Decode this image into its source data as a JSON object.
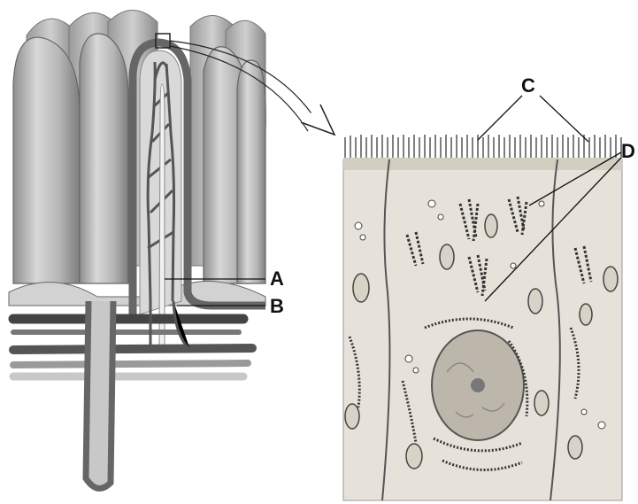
{
  "labels": {
    "a": "A",
    "b": "B",
    "c": "C",
    "d": "D"
  },
  "colors": {
    "villus_fill": "#c9c9c9",
    "villus_shade": "#9a9a9a",
    "epithelium_outline": "#555555",
    "vessel_dark": "#4a4a4a",
    "vessel_light": "#bdbdbd",
    "cell_fill": "#e6e2da",
    "nucleus_fill": "#bdb7ab",
    "organelle": "#333333"
  }
}
